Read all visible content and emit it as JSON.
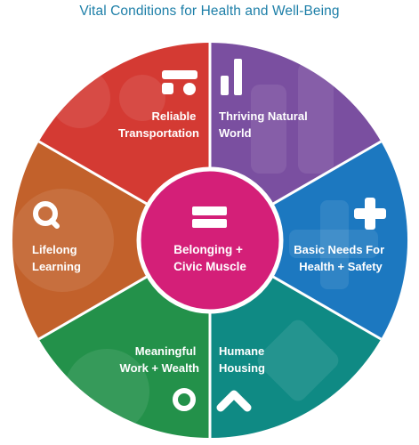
{
  "title": "Vital Conditions for Health and Well-Being",
  "center": {
    "label_lines": [
      "Belonging +",
      "Civic Muscle"
    ],
    "icon": "equals-icon",
    "color": "#d41f78"
  },
  "segments": [
    {
      "id": "thriving-natural-world",
      "label_lines": [
        "Thriving Natural",
        "World"
      ],
      "icon": "bar-chart-icon",
      "color": "#7a4fa0"
    },
    {
      "id": "basic-needs",
      "label_lines": [
        "Basic Needs For",
        "Health + Safety"
      ],
      "icon": "plus-icon",
      "color": "#1c78c0"
    },
    {
      "id": "humane-housing",
      "label_lines": [
        "Humane",
        "Housing"
      ],
      "icon": "chevron-up-icon",
      "color": "#0f8a84"
    },
    {
      "id": "meaningful-work",
      "label_lines": [
        "Meaningful",
        "Work + Wealth"
      ],
      "icon": "circle-icon",
      "color": "#23914a"
    },
    {
      "id": "lifelong-learning",
      "label_lines": [
        "Lifelong",
        "Learning"
      ],
      "icon": "magnifier-icon",
      "color": "#c2612b"
    },
    {
      "id": "reliable-transportation",
      "label_lines": [
        "Reliable",
        "Transportation"
      ],
      "icon": "vehicle-icon",
      "color": "#d43a33"
    }
  ]
}
